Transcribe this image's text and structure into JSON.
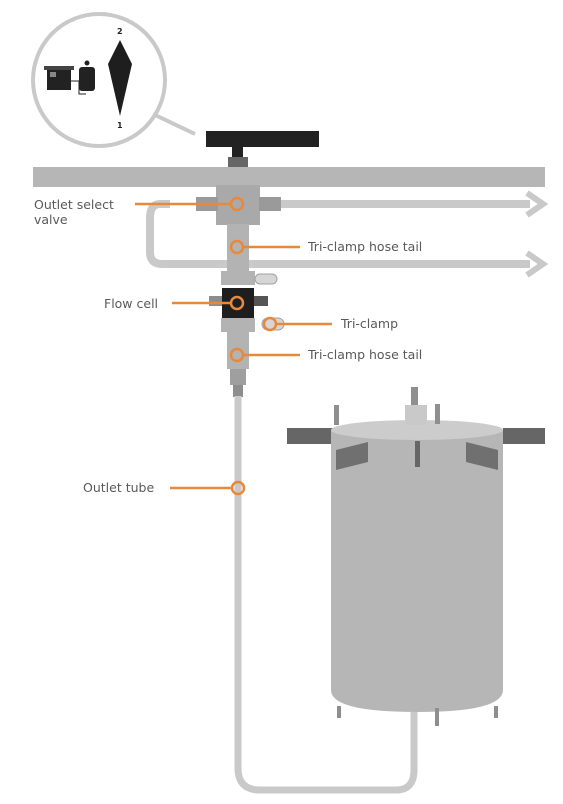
{
  "labels": {
    "outlet_select_valve": "Outlet select\nvalve",
    "hose_tail_top": "Tri-clamp hose tail",
    "flow_cell": "Flow cell",
    "tri_clamp": "Tri-clamp",
    "hose_tail_bottom": "Tri-clamp hose tail",
    "outlet_tube": "Outlet tube"
  },
  "inset": {
    "dial_top": "2",
    "dial_bottom": "1"
  },
  "colors": {
    "callout": "#e8893a",
    "structure": "#b6b6b6",
    "structure_dark": "#8f8f8f",
    "valve_body": "#222222",
    "bracket": "#666666",
    "text": "#595959"
  }
}
